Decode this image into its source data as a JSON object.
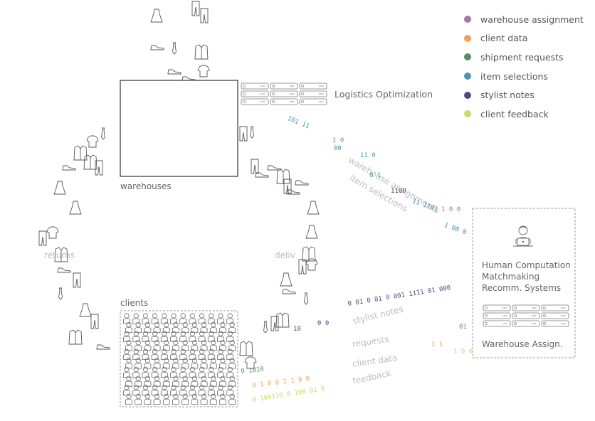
{
  "legend": [
    {
      "label": "warehouse assignment",
      "color": "#a874ae"
    },
    {
      "label": "client data",
      "color": "#f2a24a"
    },
    {
      "label": "shipment requests",
      "color": "#5d8a68"
    },
    {
      "label": "item selections",
      "color": "#4c94b0"
    },
    {
      "label": "stylist notes",
      "color": "#4a4f7c"
    },
    {
      "label": "client feedback",
      "color": "#c6dc66"
    }
  ],
  "labels": {
    "logistics": "Logistics Optimization",
    "warehouses": "warehouses",
    "clients": "clients",
    "returns": "returns",
    "deliveries": "deliv",
    "human_1": "Human Computation",
    "human_2": "Matchmaking",
    "human_3": "Recomm. Systems",
    "warehouse_assign": "Warehouse Assign."
  },
  "flow_labels": {
    "warehouse_assignments": "warehouse assignments",
    "item_selections": "item selections",
    "stylist_notes": "stylist notes",
    "requests": "requests",
    "client_data": "client data",
    "feedback": "feedback"
  },
  "bit_strings": {
    "upper_1": "101  11",
    "upper_2": "1 0",
    "upper_3": "00",
    "upper_4": "11  0",
    "upper_5": "0 1",
    "upper_6": "1100",
    "upper_7": "11  1101",
    "upper_8": "1 0  0",
    "upper_9": "1 00  0",
    "stylist_1": "0  01  0  01  0  001  1111  01  000",
    "stylist_2": "10",
    "stylist_3": "0 0",
    "stylist_4": "01",
    "shipment_1": "0 1010",
    "client_1": "0    1  0   0 1 1  0  0",
    "client_2": "1  1",
    "feedback_1": "0 100110   0   100   01   0",
    "feedback_2": "1 0 0"
  }
}
